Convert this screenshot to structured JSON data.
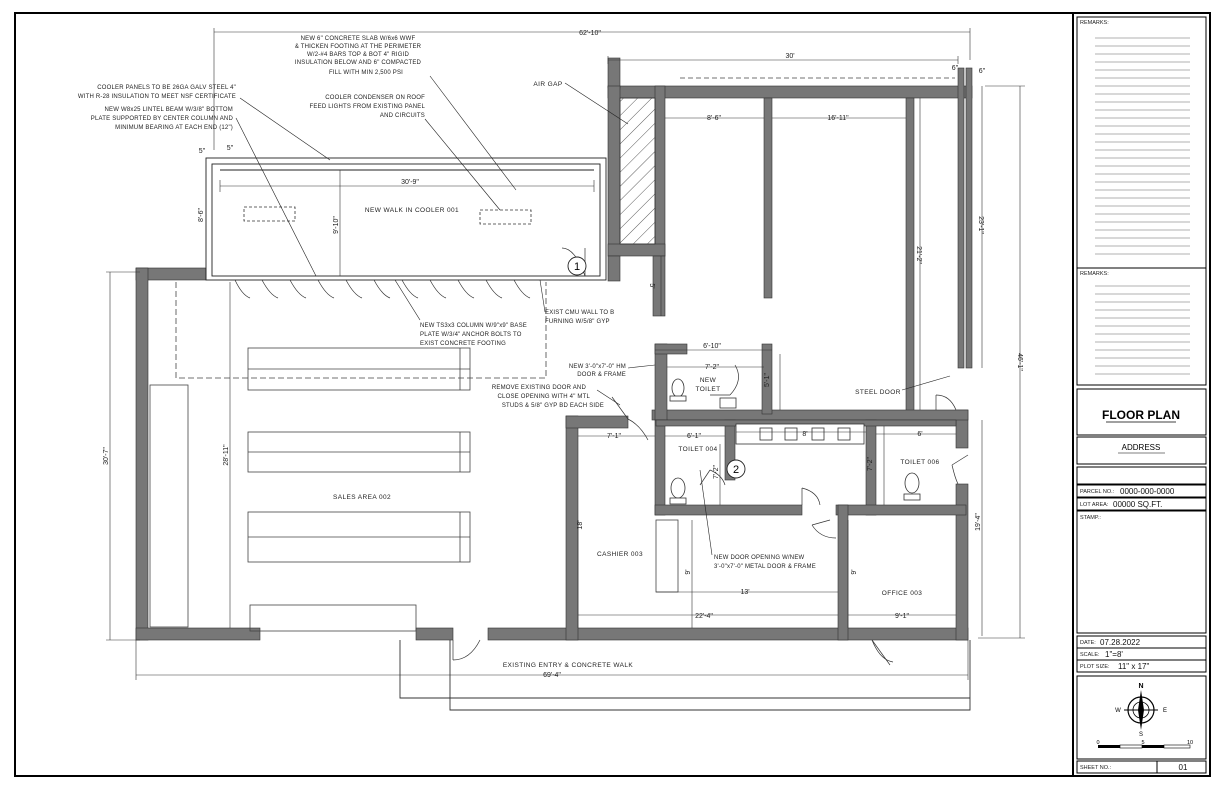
{
  "title_block": {
    "remarks_label_1": "REMARKS:",
    "remarks_label_2": "REMARKS:",
    "sheet_title": "FLOOR PLAN",
    "address": "ADDRESS",
    "parcel_label": "PARCEL NO.:",
    "parcel_value": "0000-000-0000",
    "lot_label": "LOT AREA:",
    "lot_value": "00000 SQ.FT.",
    "stamp_label": "STAMP.:",
    "date_label": "DATE:",
    "date_value": "07.28.2022",
    "scale_label": "SCALE:",
    "scale_value": "1\"=8'",
    "plot_label": "PLOT SIZE:",
    "plot_value": "11\" x 17\"",
    "compass": {
      "n": "N",
      "s": "S",
      "e": "E",
      "w": "W"
    },
    "scalebar": {
      "t0": "0",
      "t5": "5",
      "t10": "10"
    },
    "sheet_label": "SHEET NO.:",
    "sheet_value": "01"
  },
  "rooms": {
    "walkin": "NEW WALK IN COOLER 001",
    "sales": "SALES AREA 002",
    "cashier": "CASHIER 003",
    "toilet004": "TOILET 004",
    "toilet006": "TOILET 006",
    "office": "OFFICE 003",
    "newtoilet1": "NEW",
    "newtoilet2": "TOILET"
  },
  "labels": {
    "air_gap": "AIR GAP",
    "steel_door": "STEEL DOOR",
    "entry": "EXISTING ENTRY & CONCRETE WALK",
    "tag1": "1",
    "tag2": "2"
  },
  "notes": {
    "slab": [
      "NEW 6\" CONCRETE SLAB W/6x6 WWF",
      "& THICKEN FOOTING AT THE PERIMETER",
      "W/2-#4 BARS TOP & BOT 4\" RIGID",
      "INSULATION BELOW AND 6\" COMPACTED",
      "FILL WITH MIN 2,500 PSI"
    ],
    "panels": [
      "COOLER PANELS TO BE 26GA GALV STEEL 4\"",
      "WITH R-28 INSULATION TO MEET NSF CERTIFICATE"
    ],
    "lintel": [
      "NEW W8x25 LINTEL BEAM W/3/8\" BOTTOM",
      "PLATE SUPPORTED BY CENTER COLUMN AND",
      "MINIMUM BEARING AT EACH END (12\")"
    ],
    "condenser": [
      "COOLER CONDENSER ON ROOF",
      "FEED LIGHTS FROM EXISTING PANEL",
      "AND CIRCUITS"
    ],
    "column": [
      "NEW TS3x3 COLUMN W/9\"x9\" BASE",
      "PLATE W/3/4\" ANCHOR BOLTS TO",
      "EXIST CONCRETE FOOTING"
    ],
    "cmu": [
      "EXIST CMU WALL TO B",
      "FURNING W/5/8\" GYP"
    ],
    "hm_door": [
      "NEW 3'-0\"x7'-0\" HM",
      "DOOR & FRAME"
    ],
    "remove_door": [
      "REMOVE EXISTING DOOR AND",
      "CLOSE OPENING WITH 4\" MTL",
      "STUDS & 5/8\" GYP BD EACH SIDE"
    ],
    "door_opening": [
      "NEW DOOR OPENING W/NEW",
      "3'-0\"x7'-0\" METAL DOOR & FRAME"
    ]
  },
  "dimensions": {
    "d62_10": "62'-10\"",
    "d30": "30'",
    "d6a": "6\"",
    "d6b": "6\"",
    "d5a": "5\"",
    "d5b": "5\"",
    "d30_9": "30'-9\"",
    "d8_6": "8'-6\"",
    "d9_10": "9'-10\"",
    "d8_6b": "8'-6\"",
    "d16_11": "16'-11\"",
    "d21_2": "21'-2\"",
    "d23_1": "23'-1\"",
    "d46_1": "46'-1\"",
    "d6_10": "6'-10\"",
    "d7_2": "7'-2\"",
    "d5_1": "5'-1\"",
    "d7_1": "7'-1\"",
    "d6_1": "6'-1\"",
    "d8": "8'",
    "d6c": "6'",
    "d7_2b": "7'-2\"",
    "d7_2c": "7'-2\"",
    "d28_11": "28'-11\"",
    "d30_7": "30'-7\"",
    "d18": "18'",
    "d9": "9'",
    "d13": "13'",
    "d22_4": "22'-4\"",
    "d9b": "9'",
    "d9_1": "9'-1\"",
    "d19_4": "19'-4\"",
    "d69_4": "69'-4\"",
    "d5": "5'"
  }
}
